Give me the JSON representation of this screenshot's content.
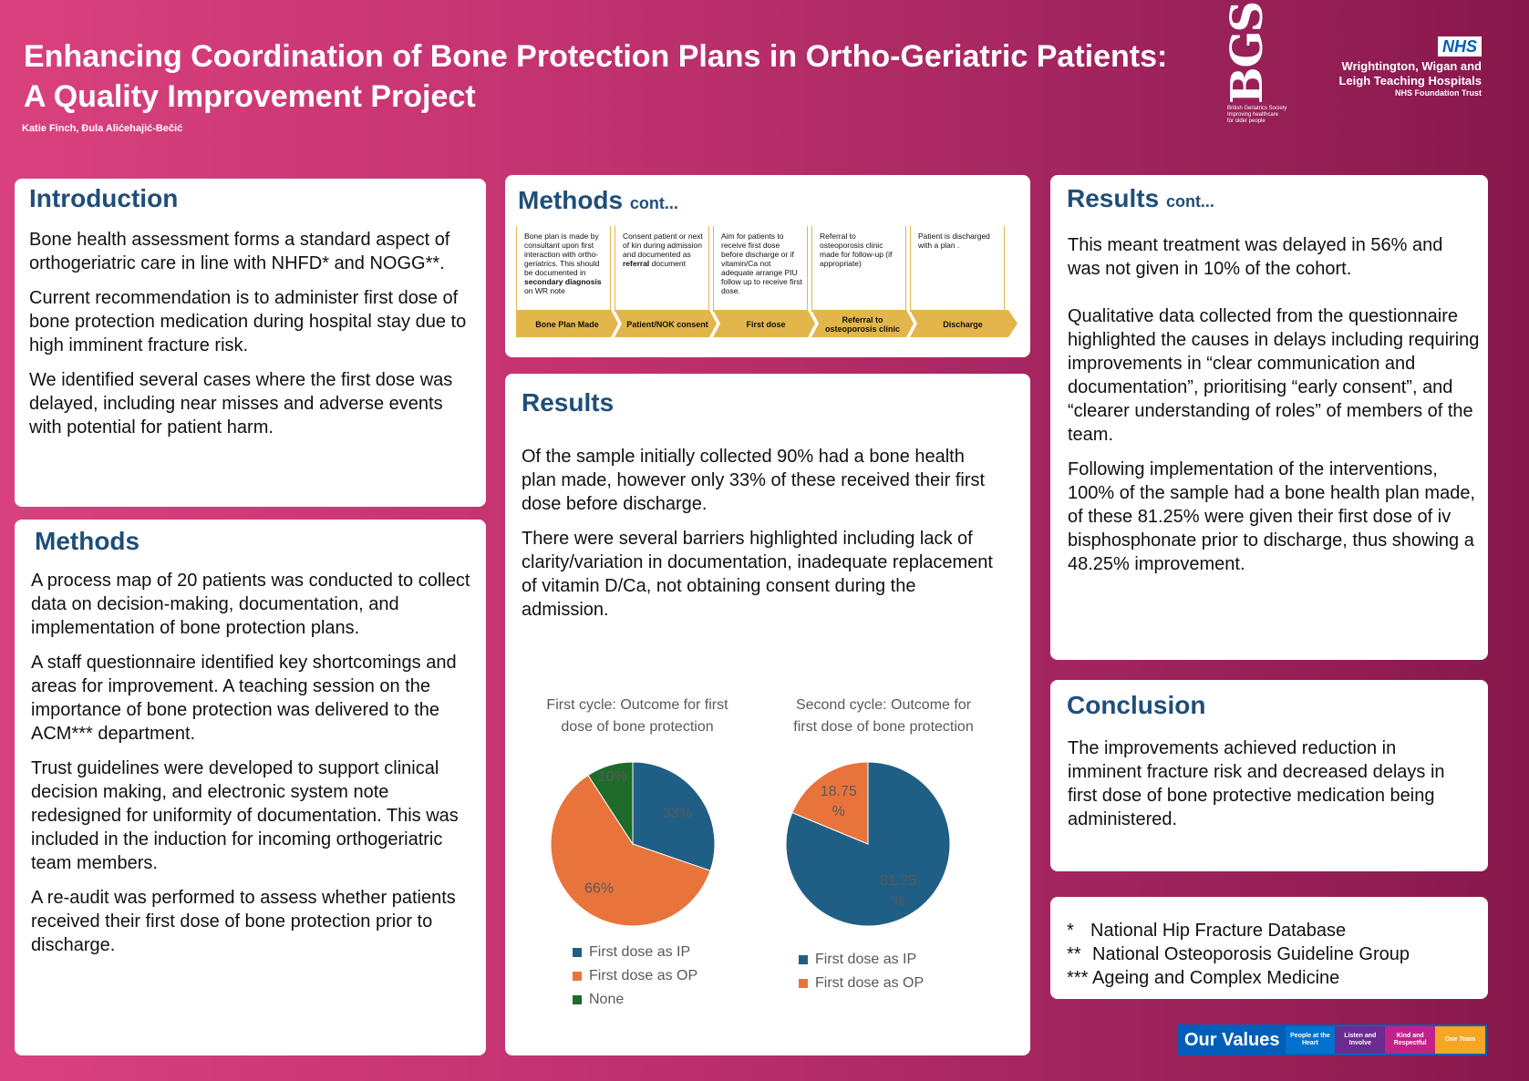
{
  "header": {
    "title_line1": "Enhancing Coordination of  Bone Protection Plans in Ortho-Geriatric Patients:",
    "title_line2": "A Quality Improvement Project",
    "authors": "Katie Finch, Đula Alićehajić-Bečić",
    "bgs_mark": "BGS",
    "bgs_line1": "British Geriatrics Society",
    "bgs_line2": "Improving healthcare",
    "bgs_line3": "for older people",
    "nhs_badge": "NHS",
    "nhs_name_line1": "Wrightington, Wigan and",
    "nhs_name_line2": "Leigh Teaching Hospitals",
    "nhs_trust": "NHS Foundation Trust"
  },
  "introduction": {
    "heading": "Introduction",
    "paragraphs": [
      "Bone health assessment forms a standard aspect of orthogeriatric care in line with NHFD* and NOGG**.",
      "Current recommendation is to administer first dose of bone protection medication during hospital stay due to high imminent fracture risk.",
      "We identified several cases where the first dose was delayed, including near misses and adverse events with potential for patient harm."
    ]
  },
  "methods": {
    "heading": "Methods",
    "paragraphs": [
      "A process map of 20 patients was conducted to collect data on decision-making, documentation, and implementation of bone protection plans.",
      "A staff questionnaire identified key shortcomings and areas for improvement. A teaching session on the importance of bone protection was delivered to the ACM*** department.",
      "Trust guidelines were developed to support clinical decision making, and electronic system note redesigned for uniformity of documentation. This was included in the induction for incoming orthogeriatric team members.",
      "A re-audit was performed to assess whether patients received their first dose of bone protection prior to discharge."
    ]
  },
  "methods_cont": {
    "heading": "Methods",
    "heading_small": "cont...",
    "steps": [
      {
        "text_a": "Bone plan is made by consultant upon first interaction with ortho-geriatrics. This should be documented in ",
        "text_bold": "secondary diagnosis",
        "text_b": " on WR note",
        "label": "Bone Plan Made"
      },
      {
        "text_a": "Consent patient or next of kin during admission and documented as ",
        "text_bold": "referral",
        "text_b": " document",
        "label": "Patient/NOK consent"
      },
      {
        "text_a": "Aim for patients to receive first dose before discharge or if vitamin/Ca not adequate arrange PIU follow up to receive first dose.",
        "text_bold": "",
        "text_b": "",
        "label": "First dose"
      },
      {
        "text_a": "Referral to osteoporosis clinic made for follow-up (if appropriate)",
        "text_bold": "",
        "text_b": "",
        "label": "Referral to osteoporosis clinic"
      },
      {
        "text_a": "Patient is discharged with a plan .",
        "text_bold": "",
        "text_b": "",
        "label": "Discharge"
      }
    ]
  },
  "results": {
    "heading": "Results",
    "paragraphs": [
      "Of the sample initially collected 90% had a bone health plan made, however only 33% of these received their first dose before discharge.",
      "There were several barriers highlighted including lack of clarity/variation in documentation, inadequate replacement of vitamin D/Ca, not obtaining consent during the admission."
    ]
  },
  "results_cont": {
    "heading": "Results",
    "heading_small": "cont...",
    "paragraphs": [
      "This meant treatment was delayed in 56% and was not given in 10% of the cohort.",
      "Qualitative data collected from the questionnaire highlighted the causes in delays including requiring improvements in “clear communication and documentation”, prioritising “early consent”, and “clearer understanding of roles” of members of the team.",
      "Following implementation of the interventions, 100% of the sample had a bone health plan made, of these 81.25% were given their first dose of iv bisphosphonate prior to discharge, thus showing a 48.25% improvement."
    ]
  },
  "conclusion": {
    "heading": "Conclusion",
    "text": "The improvements achieved reduction in imminent fracture risk and decreased delays in first dose of bone protective medication being administered."
  },
  "footnotes": [
    {
      "mark": "*",
      "text": "National Hip Fracture Database"
    },
    {
      "mark": "**",
      "text": "National Osteoporosis Guideline Group"
    },
    {
      "mark": "***",
      "text": "Ageing and Complex Medicine"
    }
  ],
  "values_banner": {
    "main": "Our Values",
    "items": [
      "People at the Heart",
      "Listen and Involve",
      "Kind and Respectful",
      "One Team"
    ],
    "colors": [
      "#0072ce",
      "#6a2c91",
      "#c1228a",
      "#f5a623"
    ]
  },
  "chart_data": [
    {
      "type": "pie",
      "title_line1": "First cycle: Outcome for first",
      "title_line2": "dose of bone protection",
      "categories": [
        "First dose as IP",
        "First dose as OP",
        "None"
      ],
      "values": [
        33,
        66,
        10
      ],
      "labels": [
        "33%",
        "66%",
        "10%"
      ],
      "colors": [
        "#1f5f85",
        "#e8743b",
        "#1e6b2a"
      ],
      "legend": "bottom"
    },
    {
      "type": "pie",
      "title_line1": "Second cycle: Outcome for",
      "title_line2": "first dose of bone protection",
      "categories": [
        "First dose as IP",
        "First dose as OP"
      ],
      "values": [
        81.25,
        18.75
      ],
      "labels": [
        "81.25 %",
        "18.75 %"
      ],
      "colors": [
        "#1f5f85",
        "#e8743b"
      ],
      "legend": "bottom"
    }
  ]
}
